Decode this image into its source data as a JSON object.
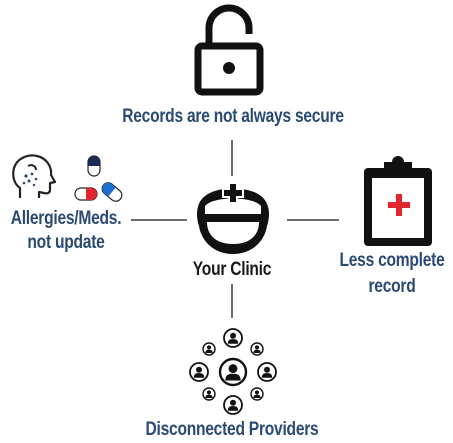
{
  "diagram": {
    "center": {
      "label": "Your Clinic",
      "icon": "clinic-nurse-icon"
    },
    "top": {
      "label": "Records are not always secure",
      "icon": "unlocked-padlock-icon"
    },
    "left": {
      "label_line1": "Allergies/Meds.",
      "label_line2": "not update",
      "icons": [
        "allergy-head-icon",
        "pills-capsules-icon"
      ]
    },
    "right": {
      "label_line1": "Less complete",
      "label_line2": "record",
      "icon": "medical-clipboard-icon"
    },
    "bottom": {
      "label": "Disconnected Providers",
      "icon": "provider-network-icon"
    }
  },
  "colors": {
    "label_text": "#2a4a73",
    "center_text": "#1a1a1a",
    "icon_dark": "#111111",
    "cross_red": "#e0262e",
    "capsule_blue": "#1f6fd1",
    "capsule_red": "#e0262e",
    "connector": "#6b6b6b"
  }
}
